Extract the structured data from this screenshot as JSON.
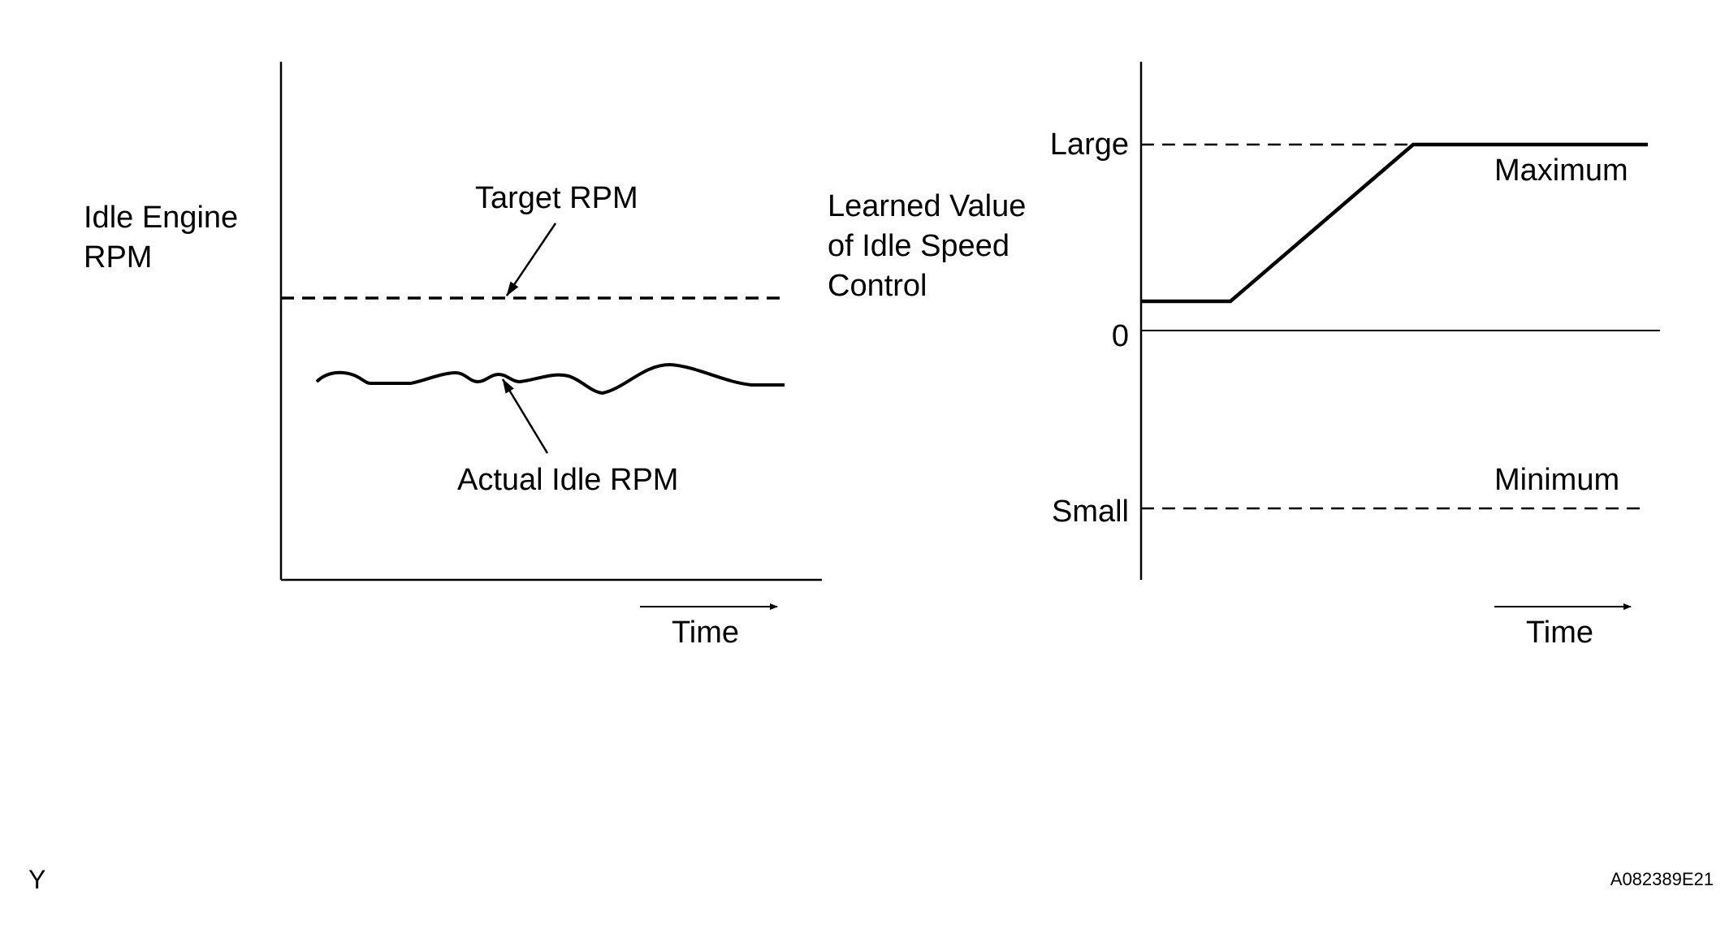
{
  "left_chart": {
    "ylabel": [
      "Idle Engine",
      "RPM"
    ],
    "xlabel": "Time",
    "target_label": "Target RPM",
    "actual_label": "Actual Idle RPM"
  },
  "right_chart": {
    "ylabel": [
      "Learned Value",
      "of Idle Speed",
      "Control"
    ],
    "xlabel": "Time",
    "tick_large": "Large",
    "tick_zero": "0",
    "tick_small": "Small",
    "max_label": "Maximum",
    "min_label": "Minimum"
  },
  "corner_left": "Y",
  "corner_right": "A082389E21"
}
